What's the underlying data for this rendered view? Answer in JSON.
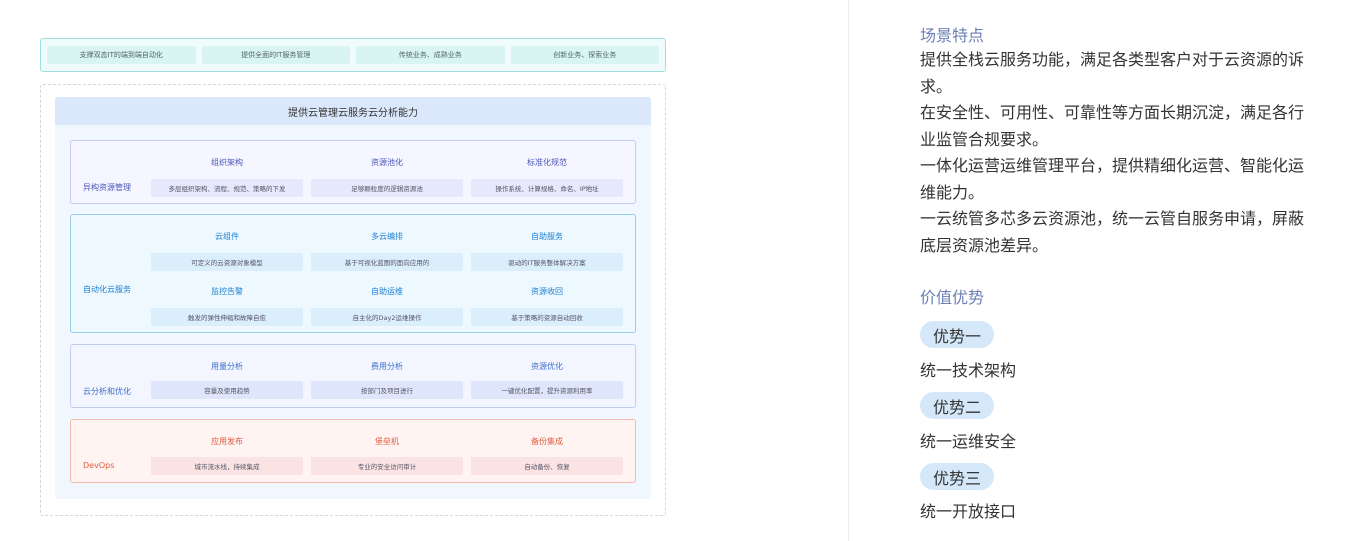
{
  "diagram": {
    "top_row": [
      "支撑双态IT的端到端自动化",
      "提供全面的IT服务管理",
      "传统业务、成熟业务",
      "创新业务、探索业务"
    ],
    "banner": "提供云管理云服务云分析能力",
    "groups": [
      {
        "label": "异构资源管理",
        "rows": [
          {
            "titles": [
              "组织架构",
              "资源池化",
              "标准化规范"
            ],
            "cells": [
              "多层组织架构、流程、规范、策略的下发",
              "足够颗粒度的逻辑资源池",
              "操作系统、计算规格、命名、IP地址"
            ]
          }
        ]
      },
      {
        "label": "自动化云服务",
        "rows": [
          {
            "titles": [
              "云组件",
              "多云编排",
              "自助服务"
            ],
            "cells": [
              "可定义的云资源对象模型",
              "基于可视化蓝图的面向应用的",
              "驱动的IT服务整体解决方案"
            ]
          },
          {
            "titles": [
              "监控告警",
              "自助运维",
              "资源收回"
            ],
            "cells": [
              "触发的弹性伸缩和故障自愈",
              "自主化的Day2运维操作",
              "基于策略的资源自动回收"
            ]
          }
        ]
      },
      {
        "label": "云分析和优化",
        "rows": [
          {
            "titles": [
              "用量分析",
              "费用分析",
              "资源优化"
            ],
            "cells": [
              "容量及使用趋势",
              "按部门及项目进行",
              "一键优化配置，提升资源利用率"
            ]
          }
        ]
      },
      {
        "label": "DevOps",
        "rows": [
          {
            "titles": [
              "应用发布",
              "堡垒机",
              "备份集成"
            ],
            "cells": [
              "城市流水线，持续集成",
              "专业的安全访问审计",
              "自动备份、恢复"
            ]
          }
        ]
      }
    ]
  },
  "features": {
    "title": "场景特点",
    "lines": [
      "提供全栈云服务功能，满足各类型客户对于云资源的诉求。",
      "在安全性、可用性、可靠性等方面长期沉淀，满足各行业监管合规要求。",
      "一体化运营运维管理平台，提供精细化运营、智能化运维能力。",
      "一云统管多芯多云资源池，统一云管自服务申请，屏蔽底层资源池差异。"
    ]
  },
  "advantages": {
    "title": "价值优势",
    "items": [
      {
        "badge": "优势一",
        "text": "统一技术架构"
      },
      {
        "badge": "优势二",
        "text": "统一运维安全"
      },
      {
        "badge": "优势三",
        "text": "统一开放接口"
      }
    ]
  }
}
